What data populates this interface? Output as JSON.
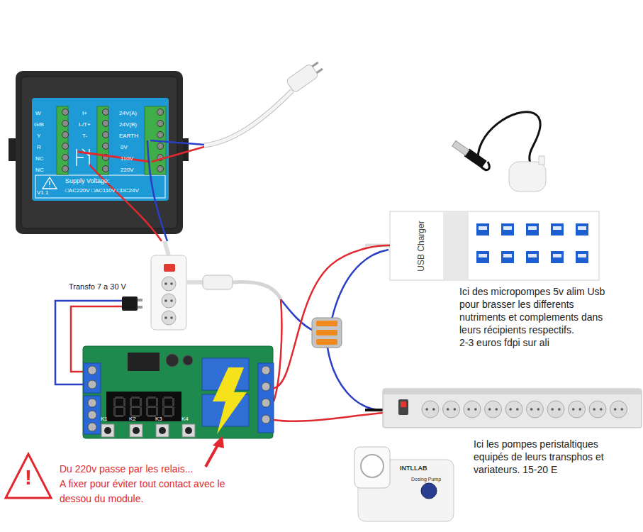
{
  "diagram": {
    "nodes": [
      {
        "text": [
          "W",
          "G/B",
          "Y",
          "R",
          "NC",
          "NC",
          "I+",
          "I-/T+",
          "T-",
          "24V(A)",
          "24V(B)",
          "EARTH",
          "0V",
          "110V",
          "220V",
          "Supply Voltage:",
          "V1.1",
          "□AC220V □AC110V □DC24V"
        ]
      },
      {
        "text": [
          "USB Charger"
        ]
      },
      {
        "text": [
          "Transfo 7 a 30 V"
        ]
      },
      {
        "text": [
          "K1",
          "K2",
          "K3",
          "K4"
        ]
      },
      {
        "text": [
          "INTLLAB",
          "Dosing Pump"
        ]
      }
    ],
    "edges": [
      {
        "from": 2,
        "to": 3,
        "arrow": "none"
      },
      {
        "from": 3,
        "to": 1,
        "arrow": "none"
      }
    ],
    "labels": [
      "Ici des micropompes 5v alim Usb pour brasser les differents nutriments et complements dans leurs récipients respectifs.",
      "2-3 euros fdpi sur ali",
      "Ici les pompes peristaltiques equipés de leurs transphos et variateurs. 15-20 E",
      "!",
      "Du 220v passe par les relais...",
      "A fixer pour éviter tout contact avec le dessou du module."
    ]
  }
}
